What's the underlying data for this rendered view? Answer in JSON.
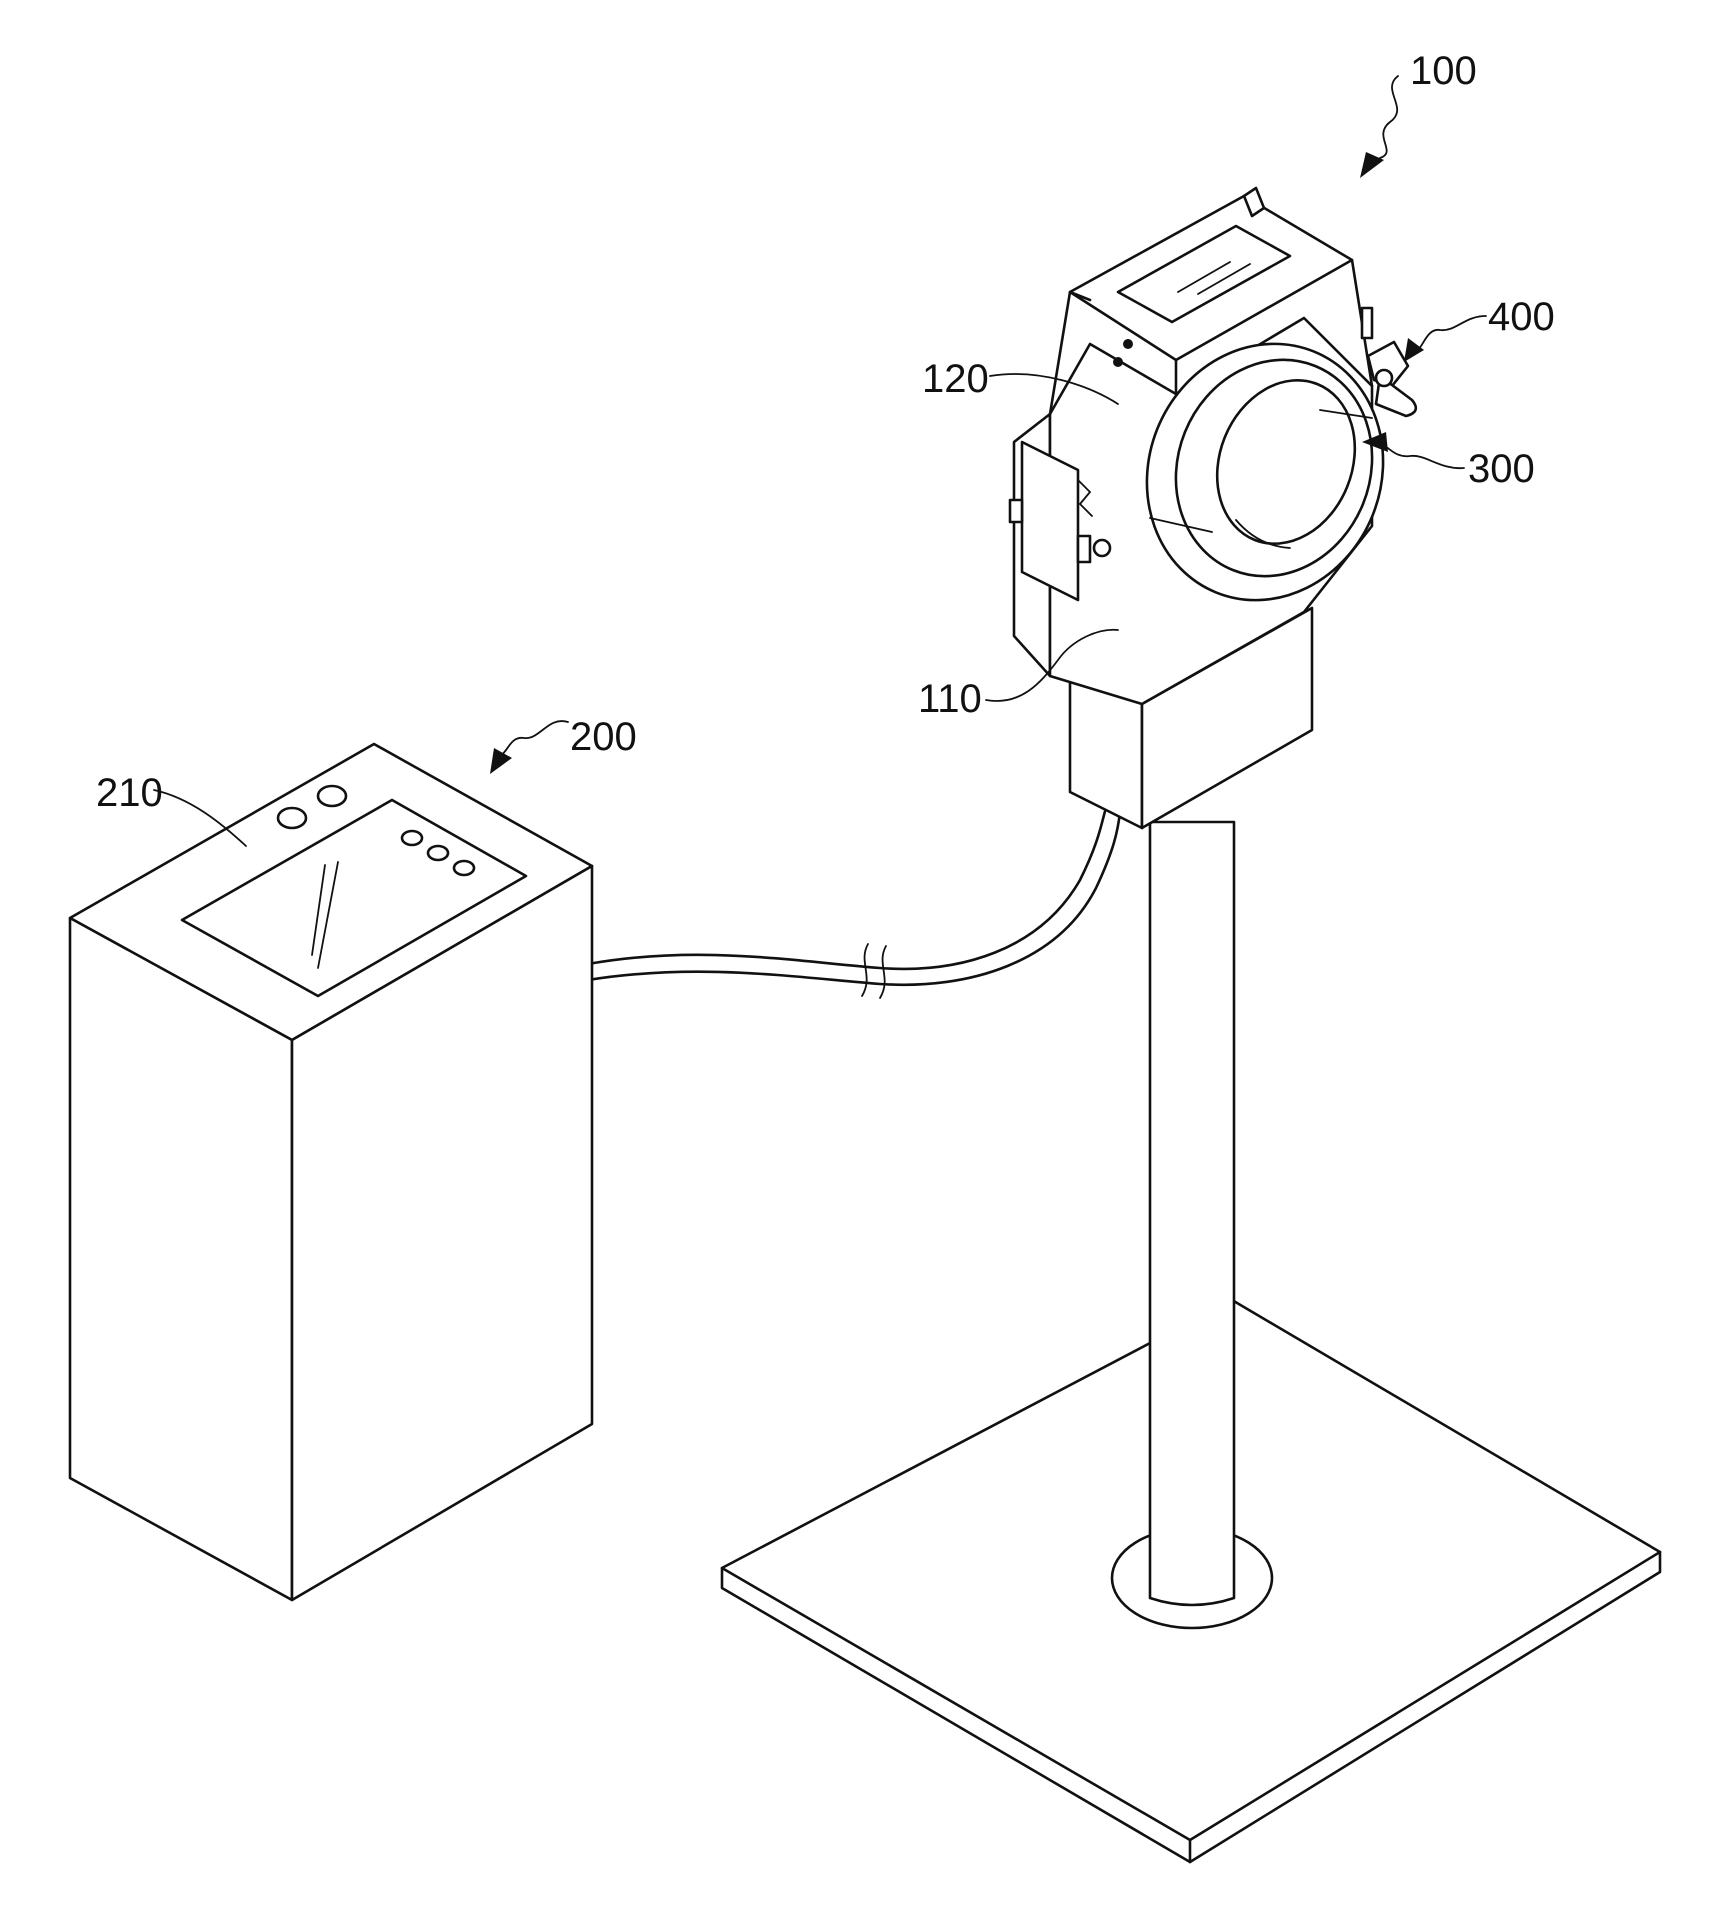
{
  "labels": {
    "apparatus": "100",
    "lower_body": "110",
    "upper_body": "120",
    "controller": "200",
    "display": "210",
    "ring": "300",
    "clamp": "400"
  }
}
